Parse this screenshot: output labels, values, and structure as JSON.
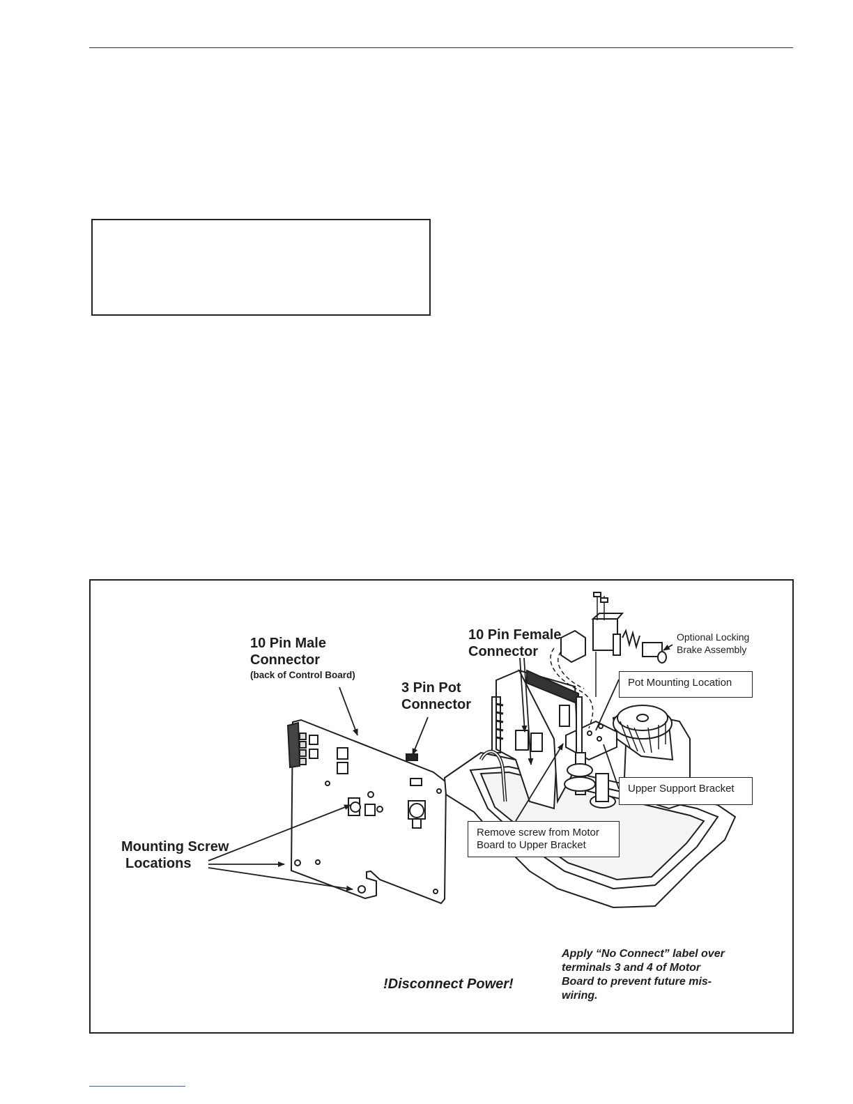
{
  "figure": {
    "labels": {
      "male_connector_line1": "10 Pin Male",
      "male_connector_line2": "Connector",
      "male_connector_sub": "(back of Control Board)",
      "pot_connector_line1": "3 Pin Pot",
      "pot_connector_line2": "Connector",
      "female_connector_line1": "10 Pin Female",
      "female_connector_line2": "Connector",
      "locking_brake_line1": "Optional Locking",
      "locking_brake_line2": "Brake Assembly",
      "mounting_screw_line1": "Mounting Screw",
      "mounting_screw_line2": "Locations"
    },
    "callouts": {
      "pot_mounting": "Pot Mounting Location",
      "upper_support": "Upper Support Bracket",
      "remove_screw_line1": "Remove screw from Motor",
      "remove_screw_line2": "Board to Upper Bracket"
    },
    "notes": {
      "disconnect_power": "!Disconnect Power!",
      "no_connect_line1": "Apply “No Connect” label over",
      "no_connect_line2": "terminals 3 and 4 of Motor",
      "no_connect_line3": "Board to prevent future mis-",
      "no_connect_line4": "wiring."
    }
  }
}
